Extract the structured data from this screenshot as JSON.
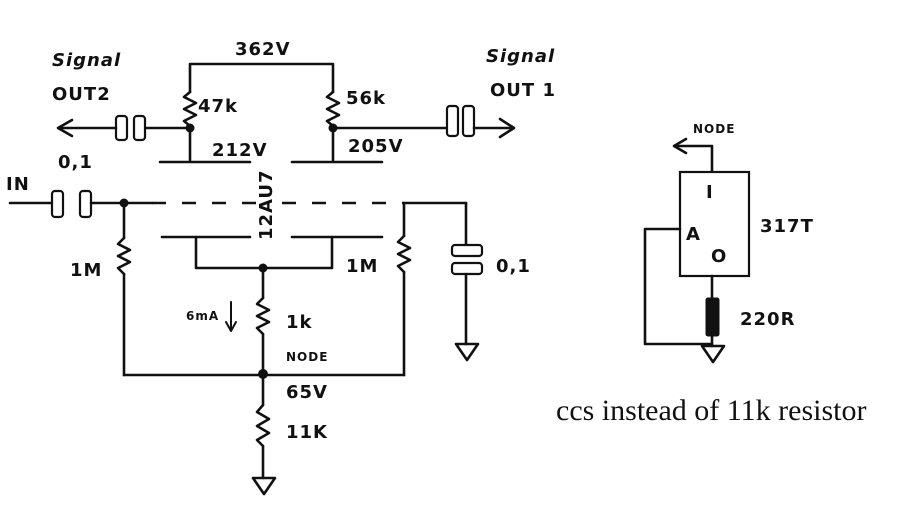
{
  "labels": {
    "supply_voltage": "362V",
    "signal_out2_word": "Signal",
    "signal_out2_name": "OUT2",
    "signal_out1_word": "Signal",
    "signal_out1_name": "OUT 1",
    "r_anode_left": "47k",
    "r_anode_right": "56k",
    "v_anode_left": "212V",
    "v_anode_right": "205V",
    "cap_out2": "0,1",
    "input": "IN",
    "tube": "12AU7",
    "r_grid_left": "1M",
    "r_grid_right": "1M",
    "cap_bypass": "0,1",
    "current": "6mA",
    "r_cathode": "1k",
    "node_left": "NODE",
    "v_node": "65V",
    "r_tail": "11K",
    "node_right": "NODE",
    "reg_input": "I",
    "reg_adjust": "A",
    "reg_output": "O",
    "regulator": "317T",
    "r_set": "220R",
    "caption": "ccs instead of 11k resistor"
  },
  "icons": {
    "out2_arrow": "arrow-left-icon",
    "out1_arrow": "arrow-right-icon",
    "node_arrow": "arrow-left-icon",
    "ground": "ground-icon"
  },
  "colors": {
    "ink": "#111111",
    "paper": "#ffffff",
    "resistor_body": "#111111"
  }
}
